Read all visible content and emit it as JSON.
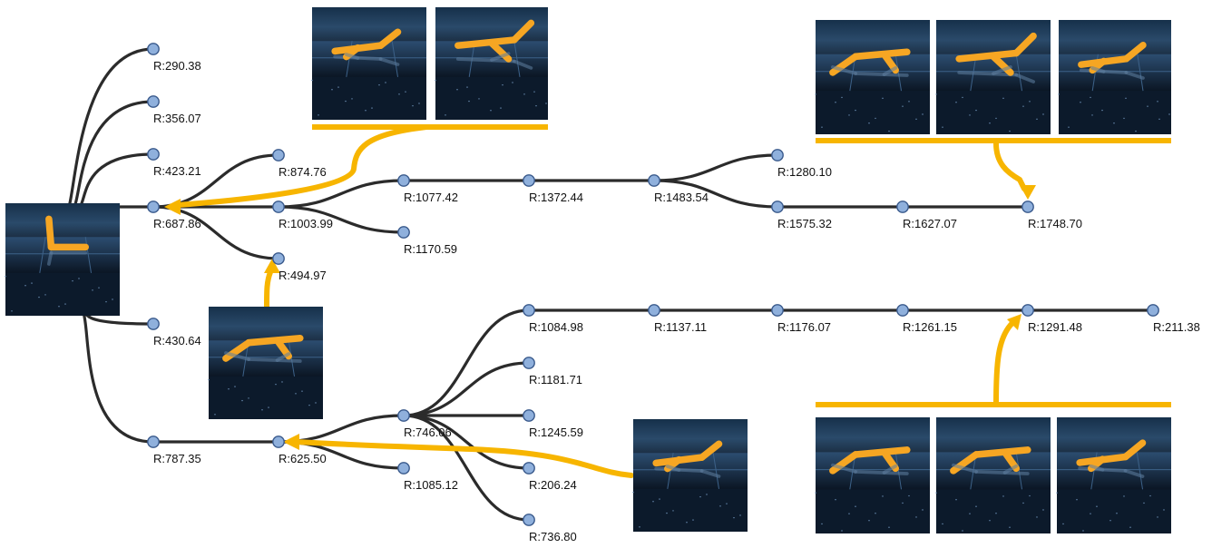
{
  "nodes": [
    {
      "id": "n1",
      "label": "R:290.38"
    },
    {
      "id": "n2",
      "label": "R:356.07"
    },
    {
      "id": "n3",
      "label": "R:423.21"
    },
    {
      "id": "n4",
      "label": "R:687.86"
    },
    {
      "id": "n5",
      "label": "R:430.64"
    },
    {
      "id": "n6",
      "label": "R:787.35"
    },
    {
      "id": "n7",
      "label": "R:874.76"
    },
    {
      "id": "n8",
      "label": "R:1003.99"
    },
    {
      "id": "n9",
      "label": "R:494.97"
    },
    {
      "id": "n10",
      "label": "R:1077.42"
    },
    {
      "id": "n11",
      "label": "R:1170.59"
    },
    {
      "id": "n12",
      "label": "R:1372.44"
    },
    {
      "id": "n13",
      "label": "R:1483.54"
    },
    {
      "id": "n14",
      "label": "R:1280.10"
    },
    {
      "id": "n15",
      "label": "R:1575.32"
    },
    {
      "id": "n16",
      "label": "R:1627.07"
    },
    {
      "id": "n17",
      "label": "R:1748.70"
    },
    {
      "id": "n18",
      "label": "R:625.50"
    },
    {
      "id": "n19",
      "label": "R:746.06"
    },
    {
      "id": "n20",
      "label": "R:1085.12"
    },
    {
      "id": "n21",
      "label": "R:1084.98"
    },
    {
      "id": "n22",
      "label": "R:1181.71"
    },
    {
      "id": "n23",
      "label": "R:1245.59"
    },
    {
      "id": "n24",
      "label": "R:206.24"
    },
    {
      "id": "n25",
      "label": "R:736.80"
    },
    {
      "id": "n26",
      "label": "R:1137.11"
    },
    {
      "id": "n27",
      "label": "R:1176.07"
    },
    {
      "id": "n28",
      "label": "R:1261.15"
    },
    {
      "id": "n29",
      "label": "R:1291.48"
    },
    {
      "id": "n30",
      "label": "R:211.38"
    }
  ],
  "edges": [
    [
      "root",
      "n1"
    ],
    [
      "root",
      "n2"
    ],
    [
      "root",
      "n3"
    ],
    [
      "root",
      "n4"
    ],
    [
      "root",
      "n5"
    ],
    [
      "root",
      "n6"
    ],
    [
      "n4",
      "n7"
    ],
    [
      "n4",
      "n8"
    ],
    [
      "n4",
      "n9"
    ],
    [
      "n8",
      "n10"
    ],
    [
      "n8",
      "n11"
    ],
    [
      "n10",
      "n12"
    ],
    [
      "n12",
      "n13"
    ],
    [
      "n13",
      "n14"
    ],
    [
      "n13",
      "n15"
    ],
    [
      "n15",
      "n16"
    ],
    [
      "n16",
      "n17"
    ],
    [
      "n6",
      "n18"
    ],
    [
      "n18",
      "n19"
    ],
    [
      "n18",
      "n20"
    ],
    [
      "n19",
      "n21"
    ],
    [
      "n19",
      "n22"
    ],
    [
      "n19",
      "n23"
    ],
    [
      "n19",
      "n24"
    ],
    [
      "n19",
      "n25"
    ],
    [
      "n21",
      "n26"
    ],
    [
      "n26",
      "n27"
    ],
    [
      "n27",
      "n28"
    ],
    [
      "n28",
      "n29"
    ],
    [
      "n29",
      "n30"
    ]
  ],
  "snapshots": [
    {
      "id": "root-snapshot",
      "frames": 1
    },
    {
      "id": "snap-top-left",
      "frames": 2
    },
    {
      "id": "snap-top-right",
      "frames": 3
    },
    {
      "id": "snap-mid-left",
      "frames": 1
    },
    {
      "id": "snap-bottom-mid",
      "frames": 1
    },
    {
      "id": "snap-bottom-right",
      "frames": 3
    }
  ],
  "colors": {
    "edge": "#2b2b2b",
    "highlight_arrow": "#f7b500",
    "node_fill": "#8fb0dc",
    "node_stroke": "#3a5a8c",
    "scene_background": "#0f2238",
    "robot": "#f6a623"
  }
}
